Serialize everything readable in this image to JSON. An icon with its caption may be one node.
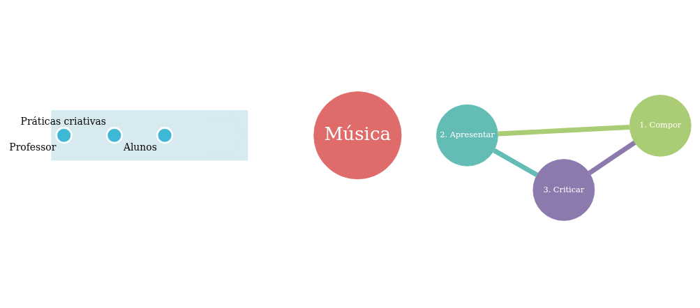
{
  "diagram": {
    "nodes": [
      {
        "text": [],
        "shape": "arrow"
      },
      {
        "text": [],
        "shape": "circle",
        "in": 0,
        "beside": [
          "Professor"
        ]
      },
      {
        "text": [],
        "shape": "circle",
        "in": 0,
        "beside": [
          "Práticas criativas"
        ]
      },
      {
        "text": [],
        "shape": "circle",
        "in": 0,
        "beside": [
          "Alunos"
        ]
      },
      {
        "text": [
          "1. Compor"
        ]
      },
      {
        "text": [
          "Música"
        ]
      },
      {
        "text": [
          "2. Apresentar"
        ]
      },
      {
        "text": [
          "3. Criticar"
        ]
      }
    ],
    "edges": [
      {
        "from": 4,
        "to": 6,
        "arrow": "none",
        "color": "#a9cc74"
      },
      {
        "from": 6,
        "to": 7,
        "arrow": "none",
        "color": "#63bdb5"
      },
      {
        "from": 7,
        "to": 4,
        "arrow": "none",
        "color": "#8c79ae"
      }
    ]
  }
}
